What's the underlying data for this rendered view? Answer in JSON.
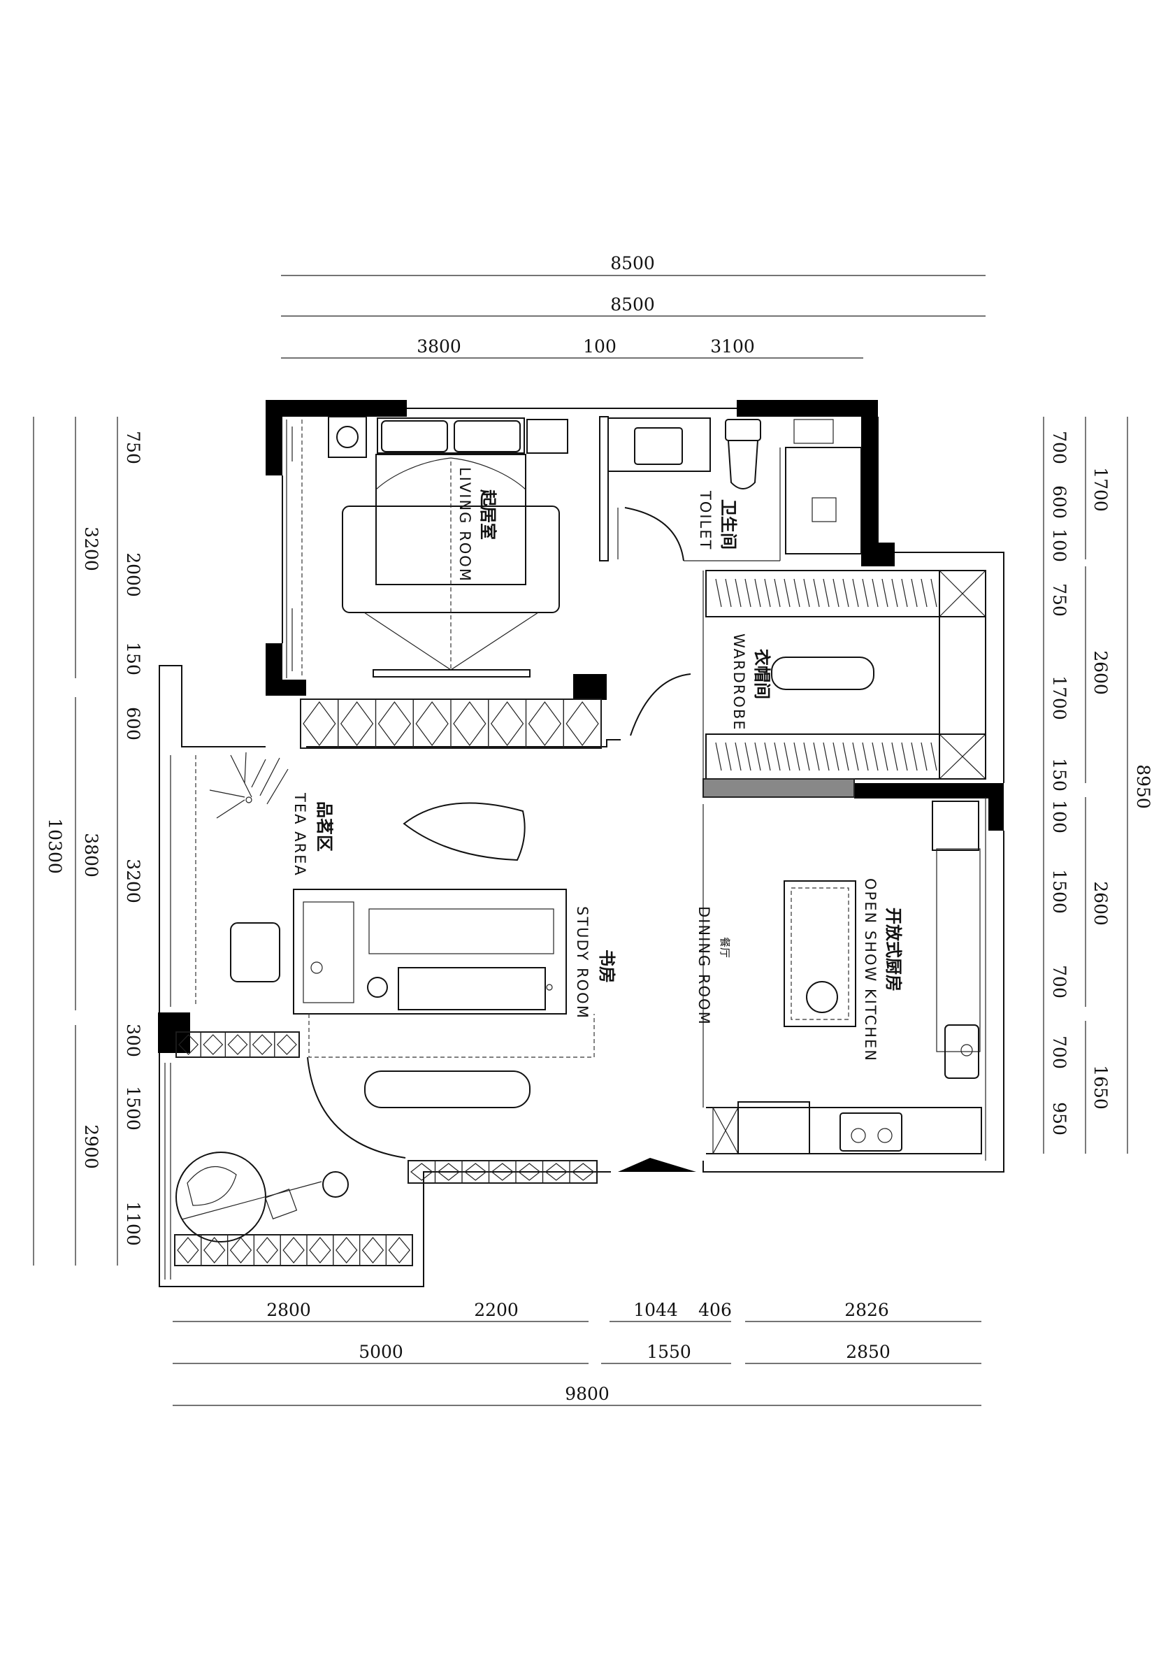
{
  "dimensions": {
    "top_row1": "8500",
    "top_row2": "8500",
    "top_row3": [
      "3800",
      "100",
      "3100"
    ],
    "left_total": "10300",
    "left_mid": [
      "3200",
      "3800",
      "2900"
    ],
    "left_inner": [
      "750",
      "2000",
      "150",
      "600",
      "3200",
      "300",
      "1500",
      "1100"
    ],
    "right_inner": [
      "700",
      "600",
      "100",
      "750",
      "1700",
      "150",
      "100",
      "1500",
      "700",
      "700",
      "950"
    ],
    "right_mid": [
      "1700",
      "2600",
      "2600",
      "1650"
    ],
    "right_total": "8950",
    "bottom_row1": [
      "2800",
      "2200",
      "1044",
      "406",
      "2826"
    ],
    "bottom_row2": [
      "5000",
      "1550",
      "2850"
    ],
    "bottom_row3": "9800"
  },
  "rooms": {
    "living": {
      "cn": "起居室",
      "en": "LIVING ROOM"
    },
    "toilet": {
      "cn": "卫生间",
      "en": "TOILET"
    },
    "wardrobe": {
      "cn": "衣帽间",
      "en": "WARDROBE"
    },
    "tea": {
      "cn": "品茗区",
      "en": "TEA AREA"
    },
    "study": {
      "cn": "书房",
      "en": "STUDY ROOM"
    },
    "dining": {
      "cn": "餐厅",
      "en": "DINING ROOM"
    },
    "kitchen": {
      "cn": "开放式厨房",
      "en": "OPEN SHOW KITCHEN"
    }
  }
}
